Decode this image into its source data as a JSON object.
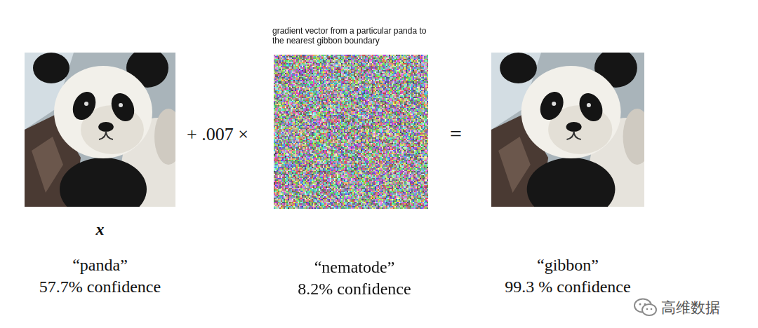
{
  "diagram": {
    "nodes": [
      {
        "text": [
          "x",
          "“panda”",
          "57.7% confidence"
        ]
      },
      {
        "text": [
          "gradient vector from a particular panda to the nearest gibbon boundary",
          "“nematode”",
          "8.2% confidence"
        ]
      },
      {
        "text": [
          "“gibbon”",
          "99.3 % confidence"
        ]
      }
    ],
    "labels": [
      "+ .007 ×",
      "=",
      "高维数据"
    ]
  }
}
